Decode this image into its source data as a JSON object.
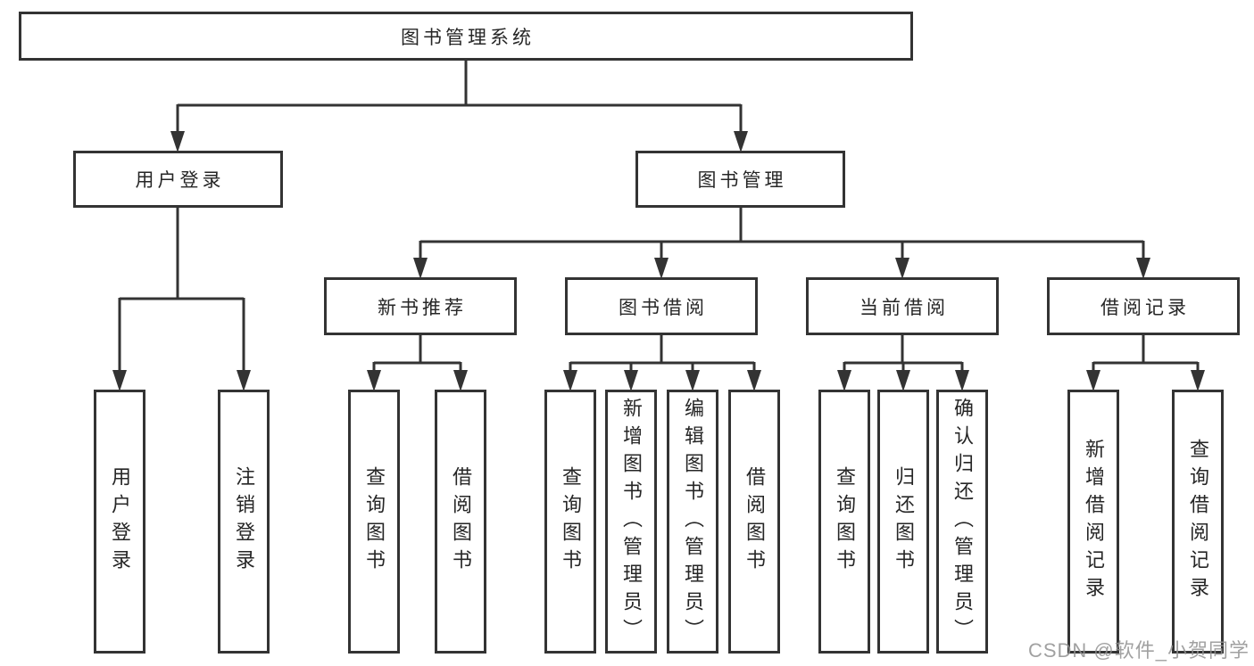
{
  "diagram": {
    "root": {
      "label": "图书管理系统"
    },
    "level2": [
      {
        "label": "用户登录"
      },
      {
        "label": "图书管理"
      }
    ],
    "level3": [
      {
        "label": "新书推荐",
        "parent": "图书管理"
      },
      {
        "label": "图书借阅",
        "parent": "图书管理"
      },
      {
        "label": "当前借阅",
        "parent": "图书管理"
      },
      {
        "label": "借阅记录",
        "parent": "图书管理"
      }
    ],
    "leaves": [
      {
        "label": "用户登录",
        "parent": "用户登录"
      },
      {
        "label": "注销登录",
        "parent": "用户登录"
      },
      {
        "label": "查询图书",
        "parent": "新书推荐"
      },
      {
        "label": "借阅图书",
        "parent": "新书推荐"
      },
      {
        "label": "查询图书",
        "parent": "图书借阅"
      },
      {
        "label": "新增图书（管理员）",
        "parent": "图书借阅"
      },
      {
        "label": "编辑图书（管理员）",
        "parent": "图书借阅"
      },
      {
        "label": "借阅图书",
        "parent": "图书借阅"
      },
      {
        "label": "查询图书",
        "parent": "当前借阅"
      },
      {
        "label": "归还图书",
        "parent": "当前借阅"
      },
      {
        "label": "确认归还（管理员）",
        "parent": "当前借阅"
      },
      {
        "label": "新增借阅记录",
        "parent": "借阅记录"
      },
      {
        "label": "查询借阅记录",
        "parent": "借阅记录"
      }
    ],
    "watermark": "CSDN @软件_小贺同学",
    "colors": {
      "line": "#333333",
      "text": "#262626",
      "box_background": "#ffffff",
      "page_background": "#ffffff",
      "watermark": "#919191"
    }
  }
}
